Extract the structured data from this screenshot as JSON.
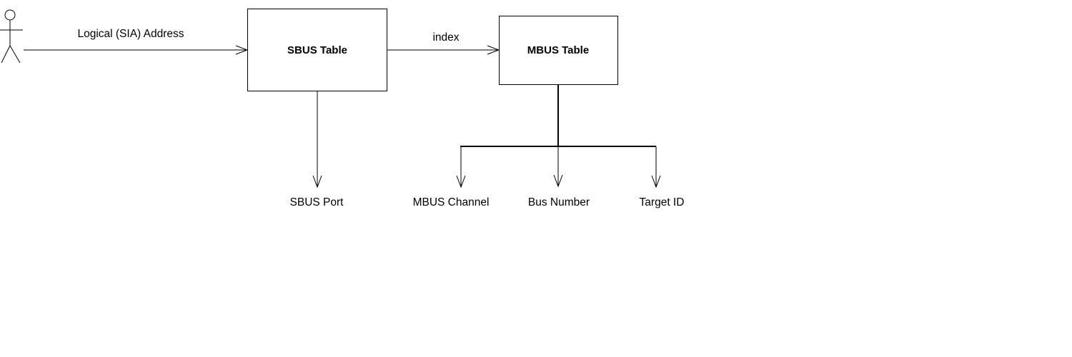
{
  "actor": {
    "icon": "stick-figure-actor-icon"
  },
  "edges": {
    "logical_address_label": "Logical (SIA) Address",
    "index_label": "index"
  },
  "boxes": {
    "sbus_table": "SBUS Table",
    "mbus_table": "MBUS Table"
  },
  "outputs": {
    "sbus_port": "SBUS Port",
    "mbus_channel": "MBUS Channel",
    "bus_number": "Bus Number",
    "target_id": "Target ID"
  },
  "colors": {
    "stroke": "#000000",
    "background": "#ffffff"
  }
}
